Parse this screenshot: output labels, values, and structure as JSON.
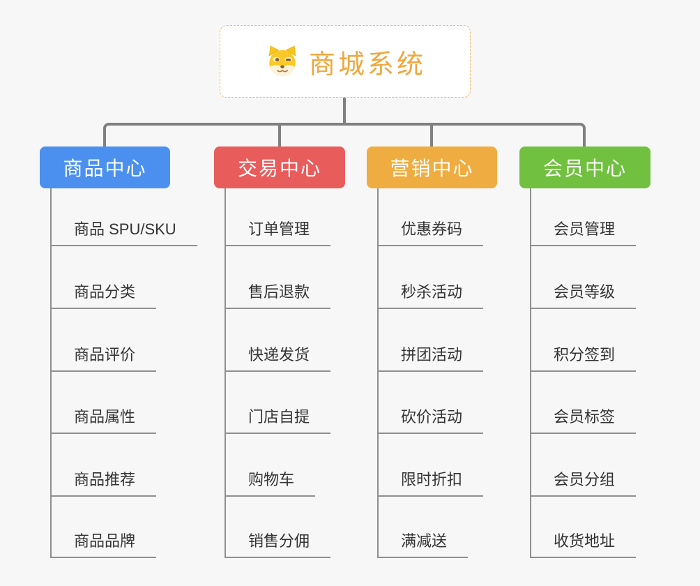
{
  "root": {
    "title": "商城系统",
    "icon": "doge-face-icon"
  },
  "branches": [
    {
      "label": "商品中心",
      "color": "#4b90ee",
      "items": [
        "商品 SPU/SKU",
        "商品分类",
        "商品评价",
        "商品属性",
        "商品推荐",
        "商品品牌"
      ]
    },
    {
      "label": "交易中心",
      "color": "#e85c5c",
      "items": [
        "订单管理",
        "售后退款",
        "快递发货",
        "门店自提",
        "购物车",
        "销售分佣"
      ]
    },
    {
      "label": "营销中心",
      "color": "#efac40",
      "items": [
        "优惠券码",
        "秒杀活动",
        "拼团活动",
        "砍价活动",
        "限时折扣",
        "满减送"
      ]
    },
    {
      "label": "会员中心",
      "color": "#71c040",
      "items": [
        "会员管理",
        "会员等级",
        "积分签到",
        "会员标签",
        "会员分组",
        "收货地址"
      ]
    }
  ],
  "colors": {
    "background": "#f7f7f7",
    "connector": "#808080",
    "leaf_line": "#8f8f8f",
    "leaf_text": "#333333",
    "root_title": "#f0a73e",
    "root_border": "#f0b968"
  }
}
